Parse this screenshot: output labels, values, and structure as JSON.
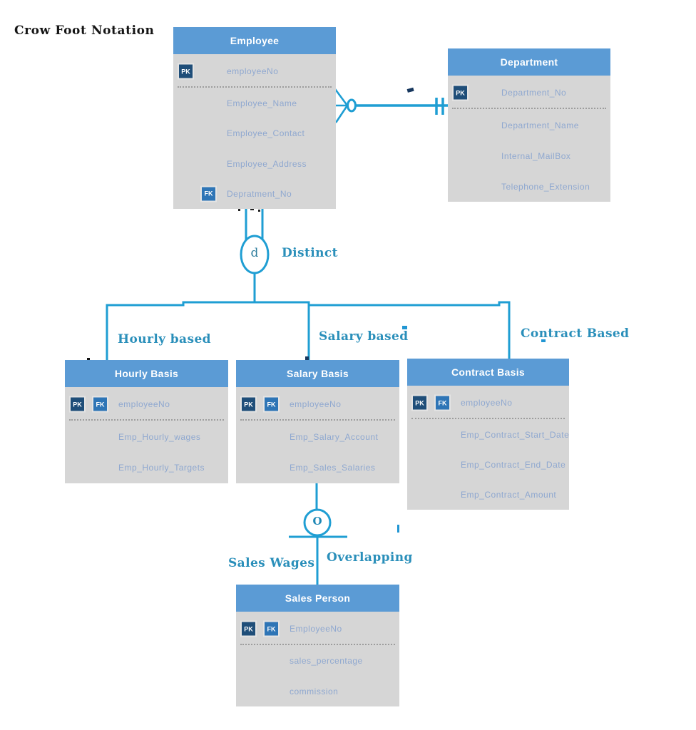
{
  "title": "Crow Foot Notation",
  "badge_labels": {
    "pk": "PK",
    "fk": "FK"
  },
  "entities": {
    "employee": {
      "title": "Employee",
      "rows": [
        "employeeNo",
        "Employee_Name",
        "Employee_Contact",
        "Employee_Address",
        "Depratment_No"
      ]
    },
    "department": {
      "title": "Department",
      "rows": [
        "Department_No",
        "Department_Name",
        "Internal_MailBox",
        "Telephone_Extension"
      ]
    },
    "hourly_basis": {
      "title": "Hourly Basis",
      "rows": [
        "employeeNo",
        "Emp_Hourly_wages",
        "Emp_Hourly_Targets"
      ]
    },
    "salary_basis": {
      "title": "Salary Basis",
      "rows": [
        "employeeNo",
        "Emp_Salary_Account",
        "Emp_Sales_Salaries"
      ]
    },
    "contract_basis": {
      "title": "Contract Basis",
      "rows": [
        "employeeNo",
        "Emp_Contract_Start_Date",
        "Emp_Contract_End_Date",
        "Emp_Contract_Amount"
      ]
    },
    "sales_person": {
      "title": "Sales Person",
      "rows": [
        "EmployeeNo",
        "sales_percentage",
        "commission"
      ]
    }
  },
  "connector_labels": {
    "distinct": "Distinct",
    "distinct_symbol": "d",
    "hourly": "Hourly based",
    "salary": "Salary based",
    "contract": "Contract Based",
    "sales_wages": "Sales Wages",
    "overlapping": "Overlapping",
    "overlapping_symbol": "O"
  },
  "colors": {
    "header_blue": "#5b9bd5",
    "body_gray": "#d6d6d6",
    "pk_badge": "#1f4e79",
    "fk_badge": "#2e75b6",
    "attribute_text": "#8fa8d0",
    "connector_teal": "#1f9ed3",
    "label_teal": "#2a8fba"
  }
}
